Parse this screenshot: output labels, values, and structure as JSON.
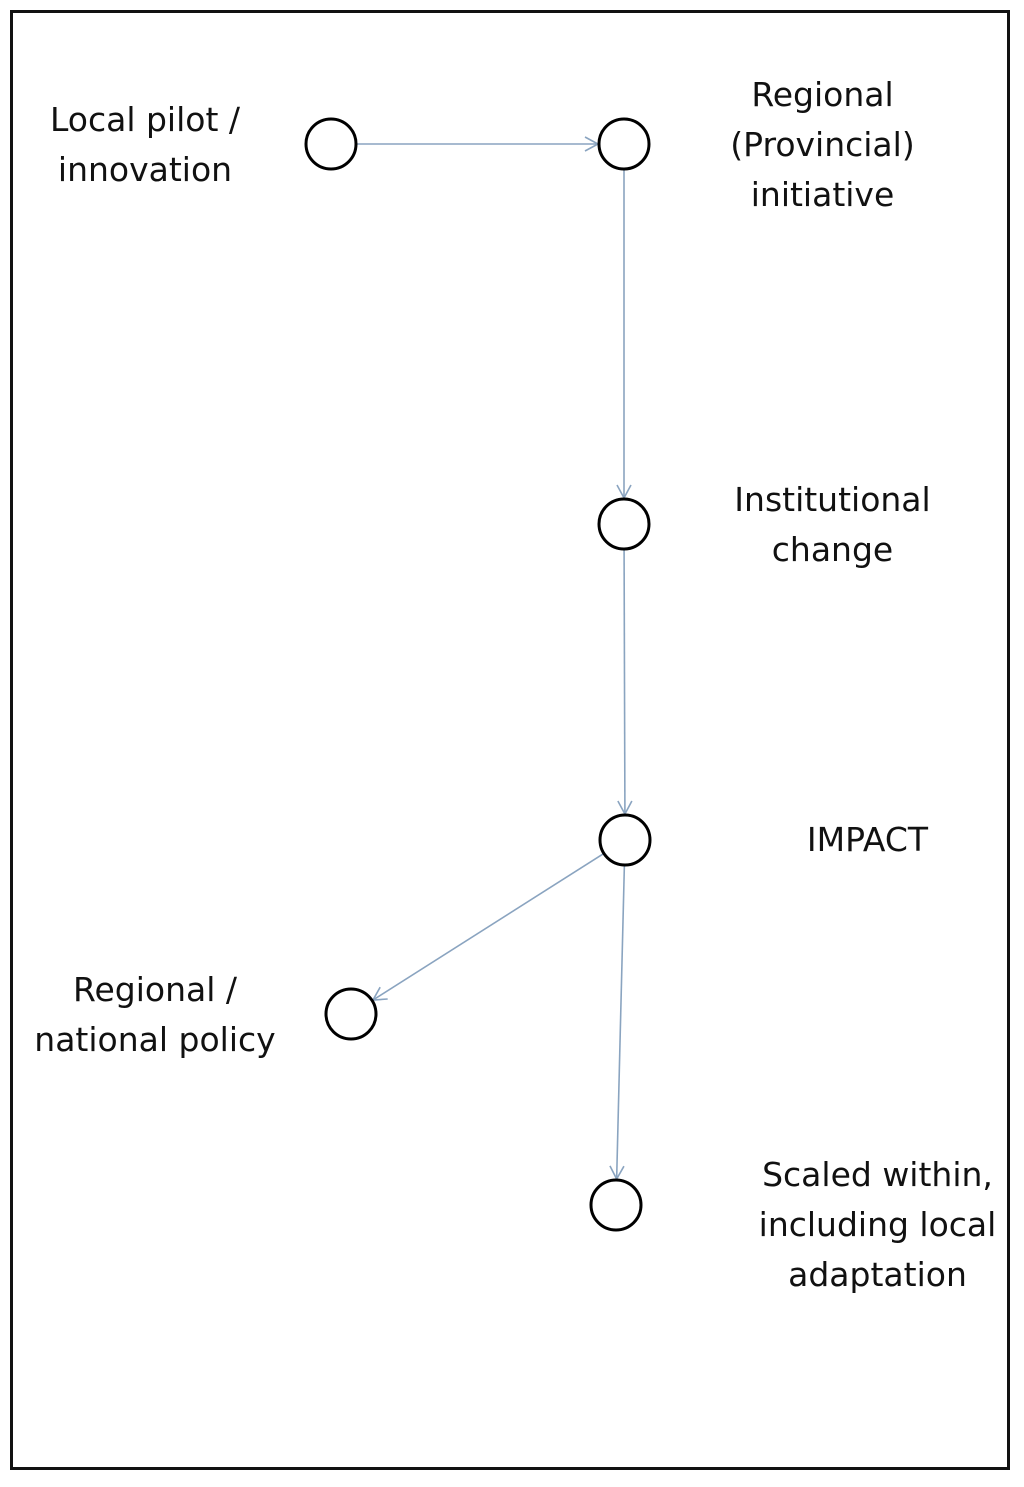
{
  "colors": {
    "frame": "#111111",
    "node_stroke": "#000000",
    "edge": "#8aa4c0",
    "text": "#111111"
  },
  "nodes": [
    {
      "id": "local-pilot",
      "lines": [
        "Local pilot /",
        "innovation"
      ]
    },
    {
      "id": "regional-initiative",
      "lines": [
        "Regional",
        "(Provincial)",
        "initiative"
      ]
    },
    {
      "id": "institutional-change",
      "lines": [
        "Institutional",
        "change"
      ]
    },
    {
      "id": "impact",
      "lines": [
        "IMPACT"
      ]
    },
    {
      "id": "regional-national-policy",
      "lines": [
        "Regional /",
        "national policy"
      ]
    },
    {
      "id": "scaled-within",
      "lines": [
        "Scaled within,",
        "including local",
        "adaptation"
      ]
    }
  ],
  "edges": [
    {
      "from": "local-pilot",
      "to": "regional-initiative"
    },
    {
      "from": "regional-initiative",
      "to": "institutional-change"
    },
    {
      "from": "institutional-change",
      "to": "impact"
    },
    {
      "from": "impact",
      "to": "regional-national-policy"
    },
    {
      "from": "impact",
      "to": "scaled-within"
    }
  ]
}
